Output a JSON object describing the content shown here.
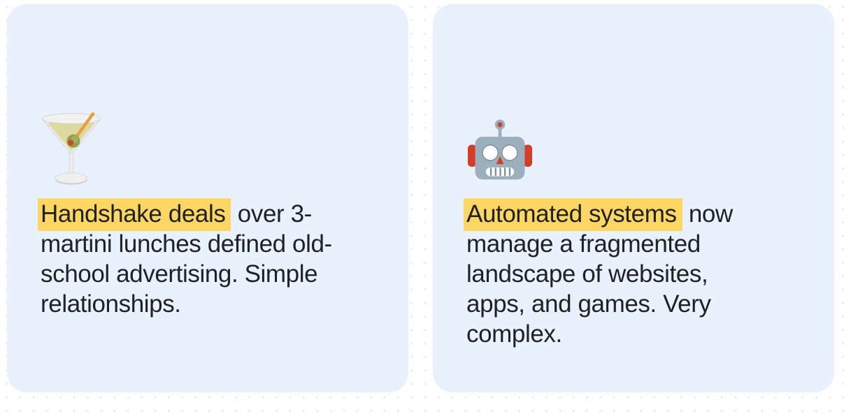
{
  "page": {
    "background_color": "#ffffff",
    "dot_grid_color": "#e3e4e8",
    "text_color": "#202124"
  },
  "cards": [
    {
      "name": "old-school-advertising-card",
      "icon": "martini-glass-emoji",
      "background_color": "#e9f1fd",
      "highlight_color": "#fdd663",
      "text_color": "#202124",
      "lines": [
        [
          {
            "text": "Handshake deals",
            "highlight": true
          },
          {
            "text": " over 3-",
            "highlight": false
          }
        ],
        [
          {
            "text": "martini lunches defined old-",
            "highlight": false
          }
        ],
        [
          {
            "text": "school advertising. Simple",
            "highlight": false
          }
        ],
        [
          {
            "text": "relationships.",
            "highlight": false
          }
        ]
      ]
    },
    {
      "name": "automated-systems-card",
      "icon": "robot-emoji",
      "background_color": "#e9f1fd",
      "highlight_color": "#fdd663",
      "text_color": "#202124",
      "lines": [
        [
          {
            "text": "Automated systems",
            "highlight": true
          },
          {
            "text": " now",
            "highlight": false
          }
        ],
        [
          {
            "text": "manage a fragmented",
            "highlight": false
          }
        ],
        [
          {
            "text": "landscape of websites,",
            "highlight": false
          }
        ],
        [
          {
            "text": "apps, and games. Very",
            "highlight": false
          }
        ],
        [
          {
            "text": "complex.",
            "highlight": false
          }
        ]
      ]
    }
  ]
}
